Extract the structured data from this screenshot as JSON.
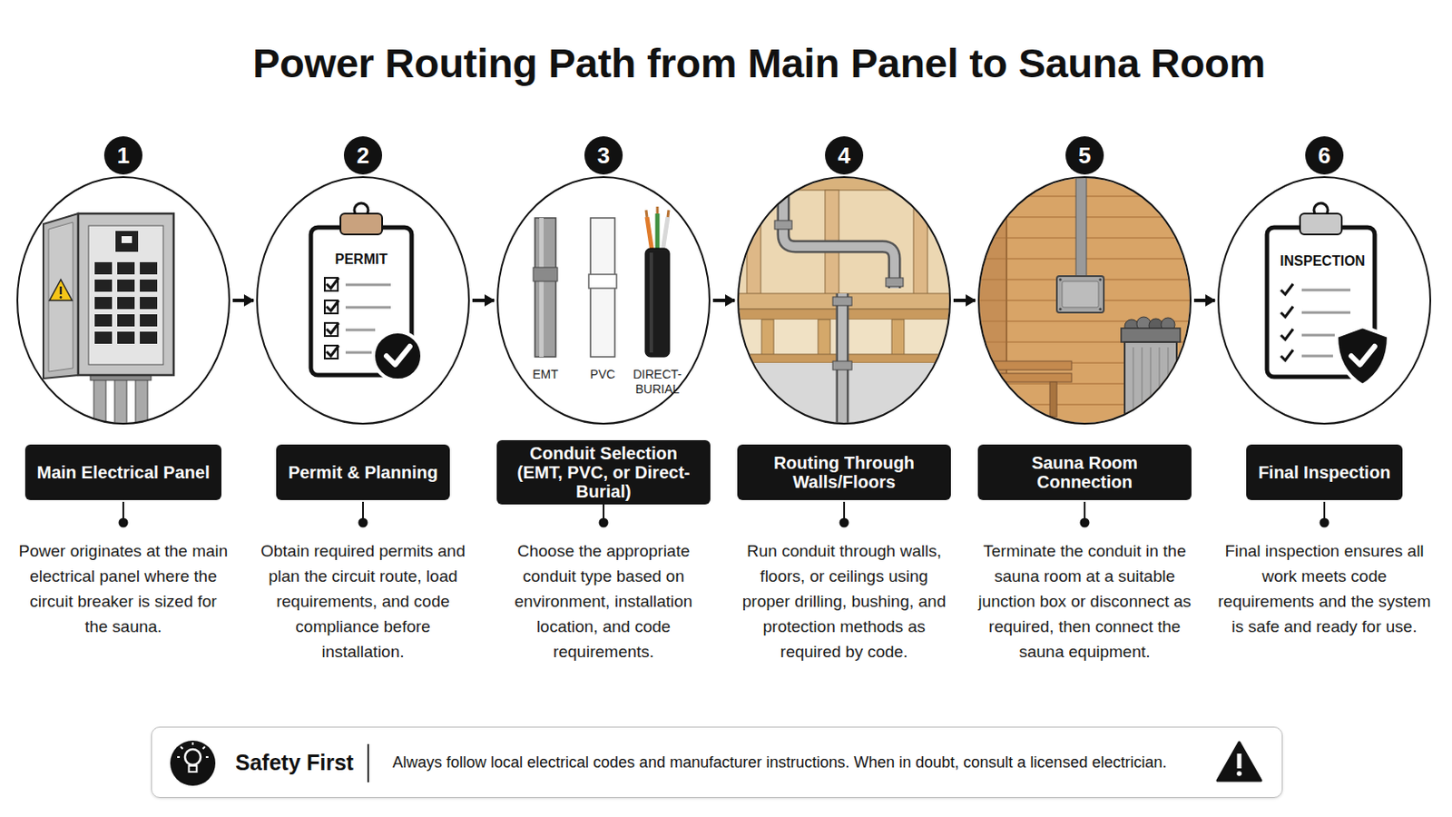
{
  "diagram": {
    "title": "Power Routing Path from Main Panel to Sauna Room",
    "nodes": [
      {
        "text": [
          "Main Electrical Panel",
          "Power originates at the main electrical panel where the circuit breaker is sized for the sauna."
        ]
      },
      {
        "text": [
          "Permit & Planning",
          "Obtain required permits and plan the circuit route, load requirements, and code compliance before installation."
        ]
      },
      {
        "text": [
          "Conduit Selection (EMT, PVC, or Direct-Burial)",
          "Choose the appropriate conduit type based on environment, installation location, and code requirements."
        ]
      },
      {
        "text": [
          "Routing Through Walls/Floors",
          "Run conduit through walls, floors, or ceilings using proper drilling, bushing, and protection methods as required by code."
        ]
      },
      {
        "text": [
          "Sauna Room Connection",
          "Terminate the conduit in the sauna room at a suitable junction box or disconnect as required, then connect the sauna equipment."
        ]
      },
      {
        "text": [
          "Final Inspection",
          "Final inspection ensures all work meets code requirements and the system is safe and ready for use."
        ]
      },
      {
        "text": [
          "Safety First",
          "Always follow local electrical codes and manufacturer instructions. When in doubt, consult a licensed electrician."
        ]
      }
    ],
    "edges": [
      {
        "from": 0,
        "to": 1,
        "arrow": "to"
      },
      {
        "from": 1,
        "to": 2,
        "arrow": "to"
      },
      {
        "from": 2,
        "to": 3,
        "arrow": "to"
      },
      {
        "from": 3,
        "to": 4,
        "arrow": "to"
      },
      {
        "from": 4,
        "to": 5,
        "arrow": "to"
      }
    ],
    "labels": [
      "1",
      "2",
      "3",
      "4",
      "5",
      "6",
      "PERMIT",
      "EMT",
      "PVC",
      "DIRECT-BURIAL",
      "INSPECTION"
    ]
  }
}
